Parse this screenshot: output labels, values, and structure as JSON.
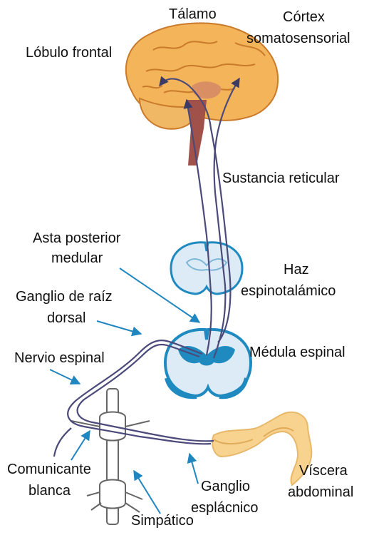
{
  "labels": {
    "talamo": "Tálamo",
    "cortex_1": "Córtex",
    "cortex_2": "somatosensorial",
    "lobulo": "Lóbulo frontal",
    "sustancia": "Sustancia reticular",
    "asta_1": "Asta posterior",
    "asta_2": "medular",
    "haz_1": "Haz",
    "haz_2": "espinotalámico",
    "ganglio_raiz_1": "Ganglio de raíz",
    "ganglio_raiz_2": "dorsal",
    "medula": "Médula espinal",
    "nervio": "Nervio espinal",
    "comunicante_1": "Comunicante",
    "comunicante_2": "blanca",
    "ganglio_espl_1": "Ganglio",
    "ganglio_espl_2": "esplácnico",
    "viscera_1": "Víscera",
    "viscera_2": "abdominal",
    "simpatico": "Simpático"
  },
  "colors": {
    "brain": "#f3b45a",
    "brain_outline": "#c97a2a",
    "brainstem": "#a0524a",
    "cord_fill": "#dcebf5",
    "cord_blue": "#1f8ac0",
    "nerve": "#4b4a7a",
    "arrow": "#1f86bf",
    "gut": "#f7d38f",
    "sympathetic": "#ffffff"
  }
}
